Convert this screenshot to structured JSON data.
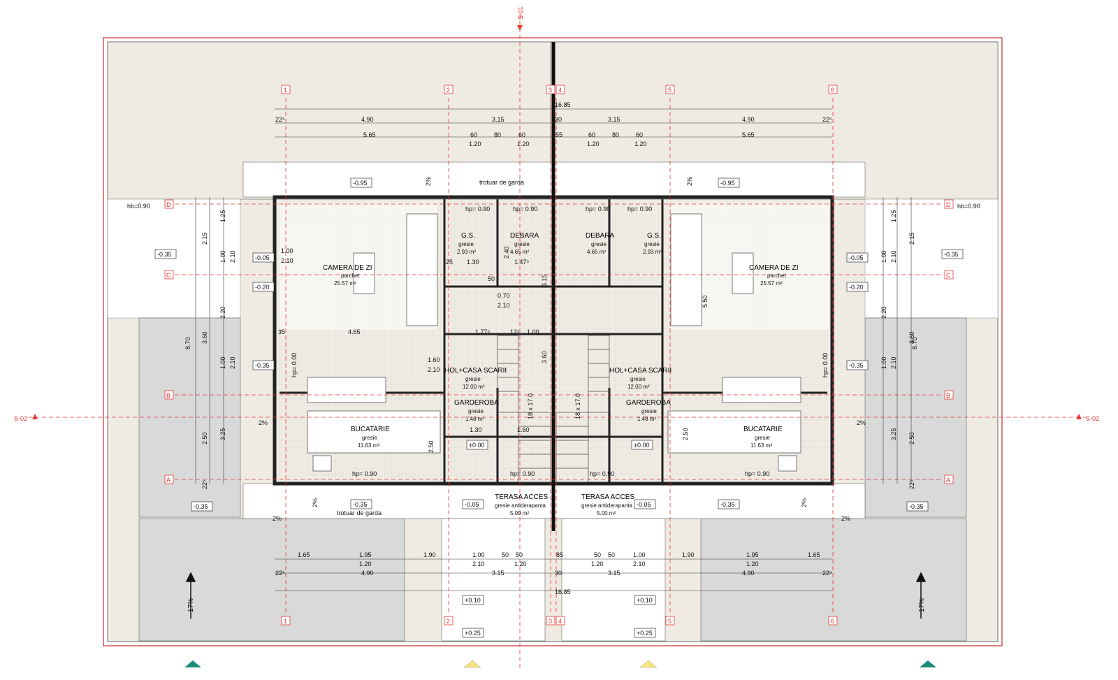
{
  "colors": {
    "outline": "#c62828",
    "wall": "#222222",
    "grid_axis": "#e53935",
    "paving": "#efebe3",
    "parking": "#d9d9d9",
    "tile_grid": "#cfcfcf",
    "north_marker": "#1a8c7a",
    "south_marker": "#f3e77a"
  },
  "section_marks": {
    "top": "S-01",
    "left": "S-02",
    "right": "S-02"
  },
  "grid_axes": {
    "numeric": [
      "1",
      "2",
      "3",
      "4",
      "5",
      "6"
    ],
    "alpha": [
      "D",
      "C",
      "B",
      "A"
    ]
  },
  "rooms": {
    "left_living": {
      "name": "CAMERA DE ZI",
      "finish": "parchet",
      "area": "25.57 m²"
    },
    "left_wc": {
      "name": "G.S.",
      "finish": "gresie",
      "area": "2.93 m²"
    },
    "left_storage": {
      "name": "DEBARA",
      "finish": "gresie",
      "area": "4.65 m²"
    },
    "left_hall": {
      "name": "HOL+CASA SCARII",
      "finish": "gresie",
      "area": "12.00 m²"
    },
    "left_wardrobe": {
      "name": "GARDEROBA",
      "finish": "gresie",
      "area": "1.48 m²"
    },
    "left_kitchen": {
      "name": "BUCATARIE",
      "finish": "gresie",
      "area": "11.63 m²"
    },
    "left_terrace": {
      "name": "TERASA ACCES",
      "finish": "gresie antiderapanta",
      "area": "5.00 m²"
    },
    "right_living": {
      "name": "CAMERA DE ZI",
      "finish": "parchet",
      "area": "25.57 m²"
    },
    "right_wc": {
      "name": "G.S.",
      "finish": "gresie",
      "area": "2.93 m²"
    },
    "right_storage": {
      "name": "DEBARA",
      "finish": "gresie",
      "area": "4.65 m²"
    },
    "right_hall": {
      "name": "HOL+CASA SCARII",
      "finish": "gresie",
      "area": "12.00 m²"
    },
    "right_wardrobe": {
      "name": "GARDEROBA",
      "finish": "gresie",
      "area": "1.48 m²"
    },
    "right_kitchen": {
      "name": "BUCATARIE",
      "finish": "gresie",
      "area": "11.63 m²"
    },
    "right_terrace": {
      "name": "TERASA ACCES",
      "finish": "gresie antiderapanta",
      "area": "5.00 m²"
    }
  },
  "labels": {
    "sidewalk_top": "trotuar de garda",
    "sidewalk_bottom": "trotuar de garda",
    "slope": "2%",
    "ramp": "17%",
    "hb": "hb=0.90",
    "hp_window": "hp= 0.90",
    "hp_sill": "hp= 0.00",
    "stairs_left": "18 x 17.0",
    "stairs_right": "18 x 17.0"
  },
  "levels": {
    "top": "-0.95",
    "sides_1": "-0.35",
    "sides_2": "-0.05",
    "sides_3": "-0.20",
    "sides_4": "-0.35",
    "terrace": "-0.05",
    "zero": "±0.00",
    "step_1": "+0.10",
    "step_2": "+0.25"
  },
  "dimensions": {
    "total": "16.85",
    "top_row1": [
      "22⁵",
      "4.90",
      "3.15",
      "30",
      "3.15",
      "4.90",
      "22⁵"
    ],
    "top_row2": [
      "5.65",
      "60",
      "80",
      "60",
      "55",
      "60",
      "80",
      "60",
      "5.65"
    ],
    "top_row2b": [
      "1.20",
      "1.20",
      "1.20",
      "1.20"
    ],
    "bottom_row1": [
      "1.65",
      "1.95",
      "1.90",
      "1.00",
      "50",
      "50",
      "85",
      "50",
      "50",
      "1.00",
      "1.90",
      "1.95",
      "1.65"
    ],
    "bottom_row2": [
      "1.20",
      "2.10",
      "1.20",
      "1.20",
      "2.10",
      "1.20"
    ],
    "bottom_row3": [
      "22⁵",
      "4.90",
      "3.15",
      "30",
      "3.15",
      "4.90",
      "22⁵"
    ],
    "vertical_outer": "8.70",
    "vertical_mid": [
      "1.25",
      "2.15",
      "3.60",
      "2.50",
      "3.25",
      "22⁵"
    ],
    "vertical_inner": [
      "1.00",
      "2.10",
      "2.20",
      "1.00",
      "2.10"
    ],
    "room_dims": [
      "1.00",
      "2.10",
      "4.65",
      "1.60",
      "2.10",
      "2.50",
      "35",
      "25",
      "1.30",
      "1.47⁵",
      "1.77⁵",
      "1.00",
      "12⁵",
      "0.70",
      "2.10",
      "50",
      "2.40",
      "3.15",
      "3.60",
      "1.60",
      "1.30",
      "5.50",
      "2.50"
    ]
  }
}
